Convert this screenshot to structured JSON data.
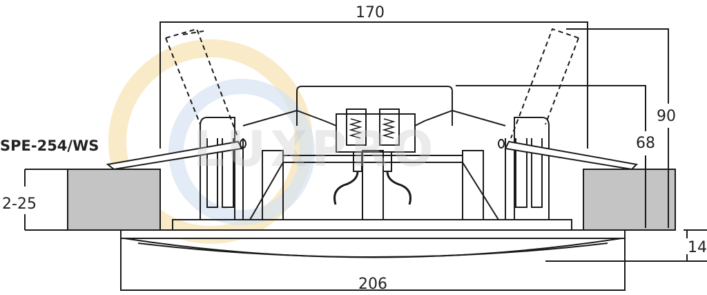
{
  "model": "SPE-254/WS",
  "watermark": "LUXPRO",
  "dimensions": {
    "outer_diameter": "206",
    "cutout": "170",
    "total_depth": "90",
    "body_depth": "68",
    "ceiling_thickness": "2-25",
    "rim_height": "14"
  },
  "colors": {
    "line": "#1a1a1a",
    "ceiling": "#c4c4c4",
    "watermark_ring_1": "#f7e3b0",
    "watermark_ring_2": "#d6e3f2"
  }
}
